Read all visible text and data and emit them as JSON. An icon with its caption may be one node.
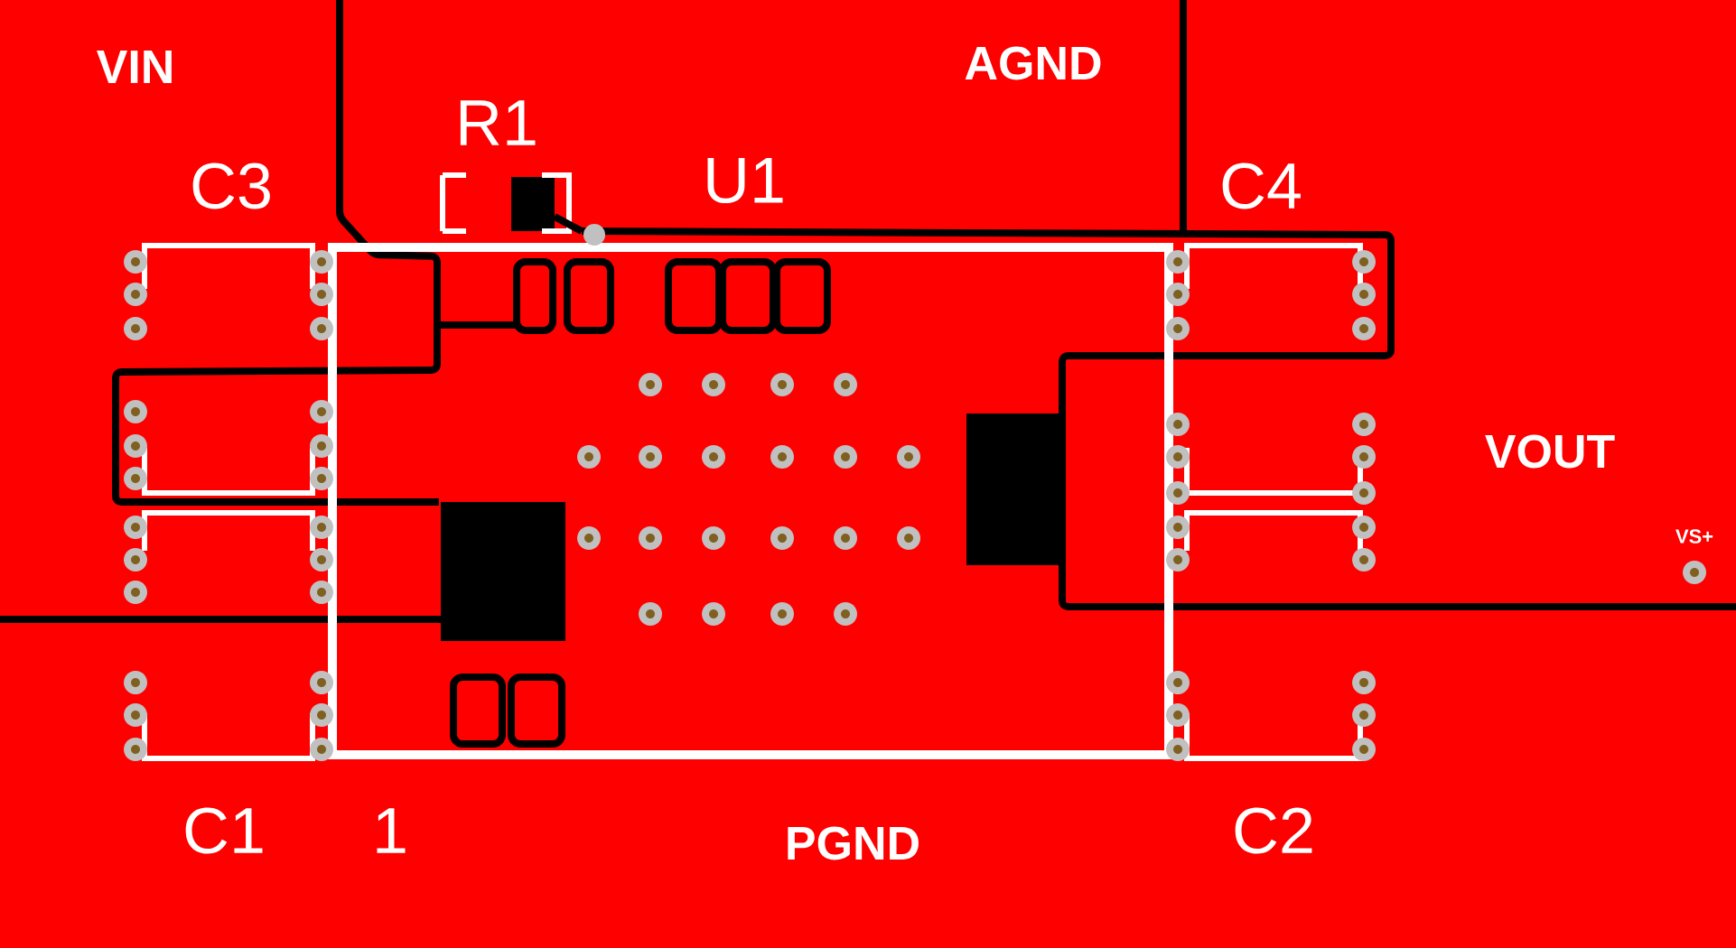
{
  "diagram": {
    "labels": [
      "VIN",
      "AGND",
      "R1",
      "C3",
      "U1",
      "C4",
      "VOUT",
      "VS+",
      "C1",
      "1",
      "PGND",
      "C2"
    ]
  }
}
